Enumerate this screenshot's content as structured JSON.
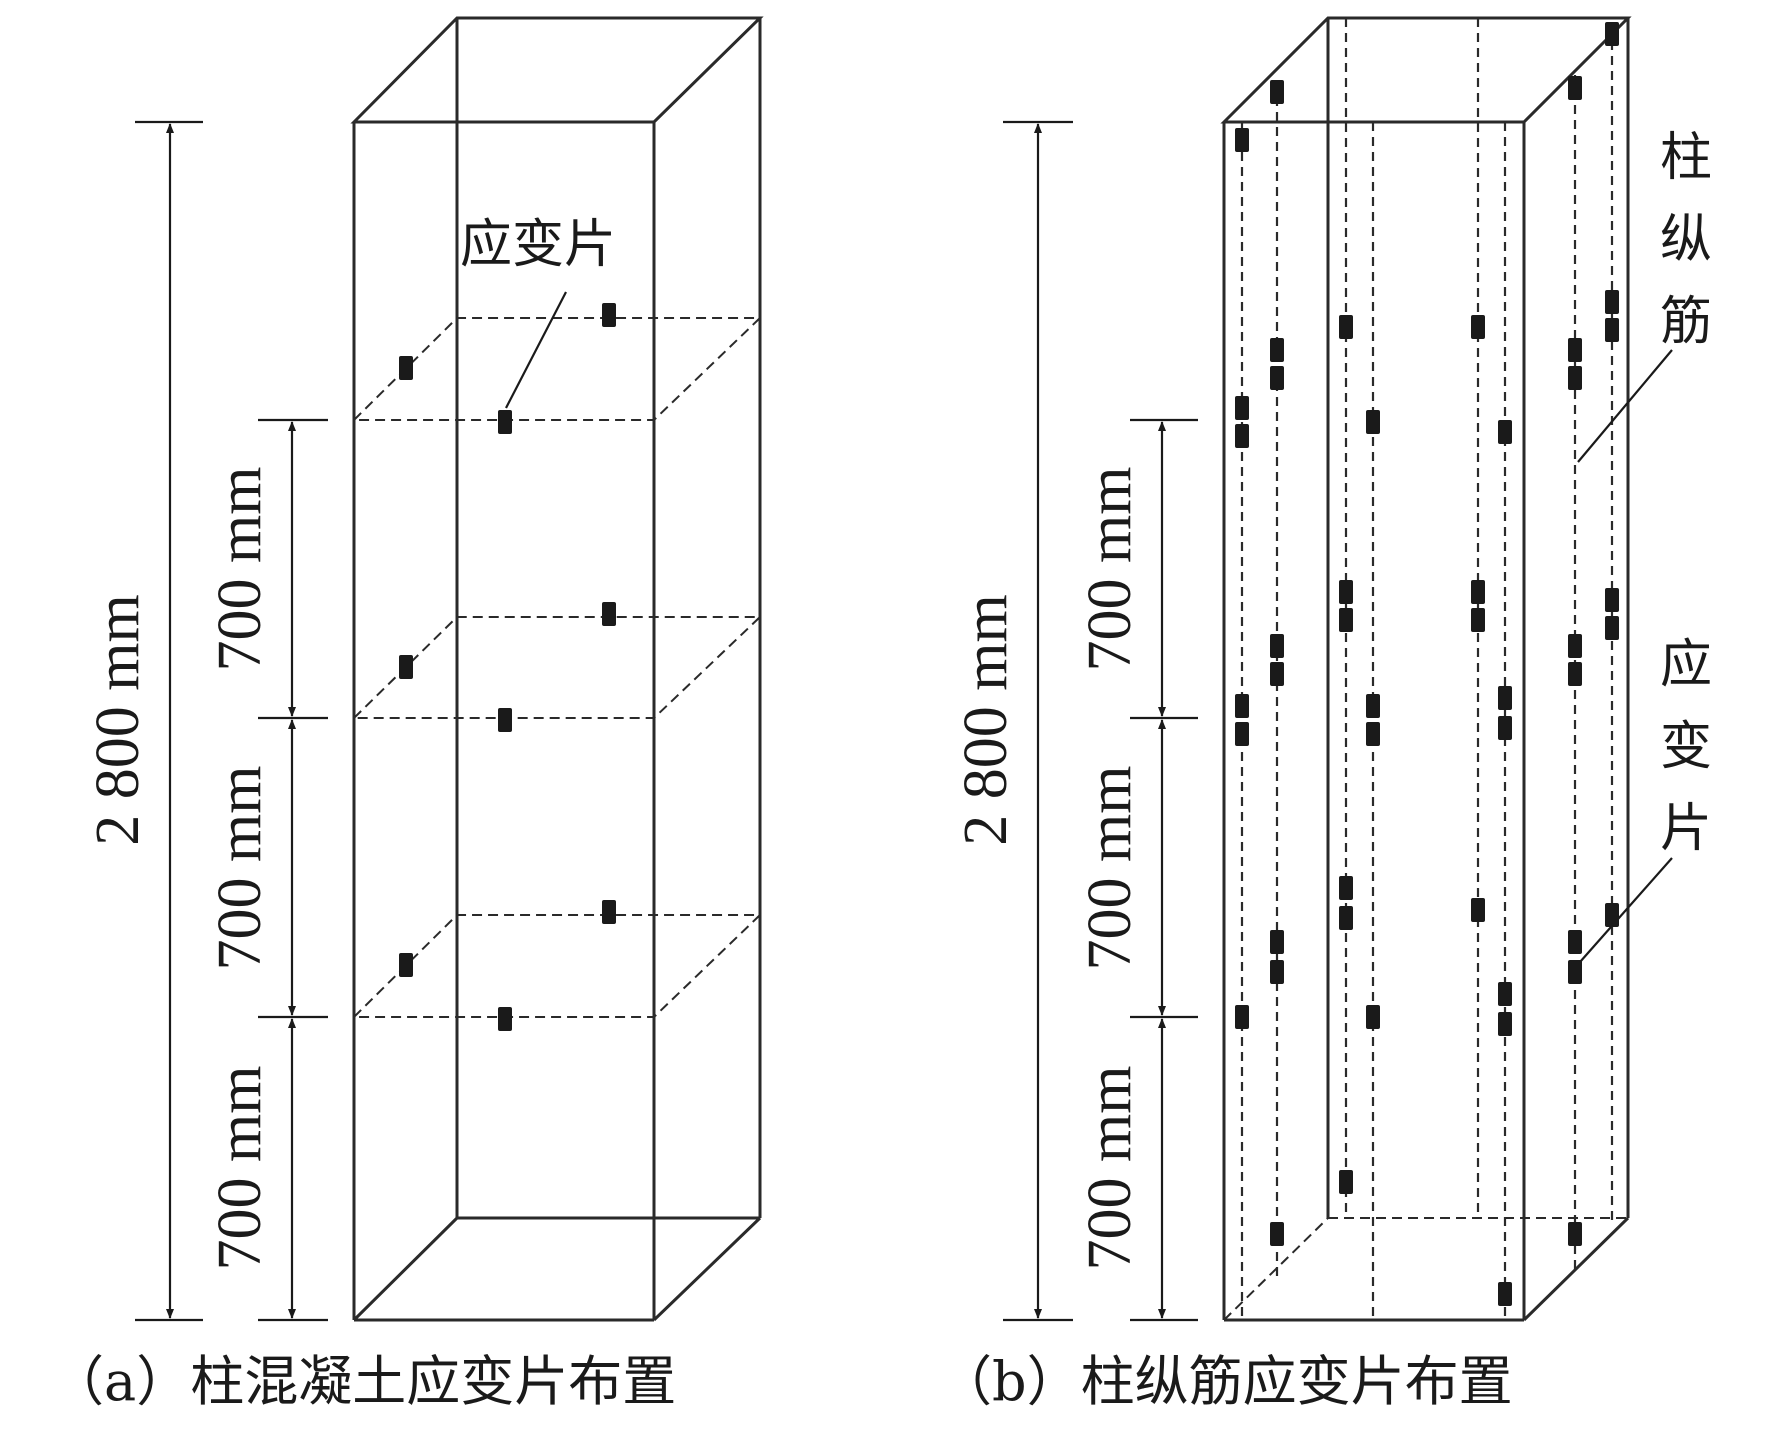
{
  "panel_a": {
    "caption": "（a）柱混凝土应变片布置",
    "total_dim": "2 800 mm",
    "segment_dims": [
      "700 mm",
      "700 mm",
      "700 mm"
    ],
    "gauge_label": "应变片"
  },
  "panel_b": {
    "caption": "（b）柱纵筋应变片布置",
    "total_dim": "2 800 mm",
    "segment_dims": [
      "700 mm",
      "700 mm",
      "700 mm"
    ],
    "rebar_label": [
      "柱",
      "纵",
      "筋"
    ],
    "gauge_label": [
      "应",
      "变",
      "片"
    ]
  }
}
